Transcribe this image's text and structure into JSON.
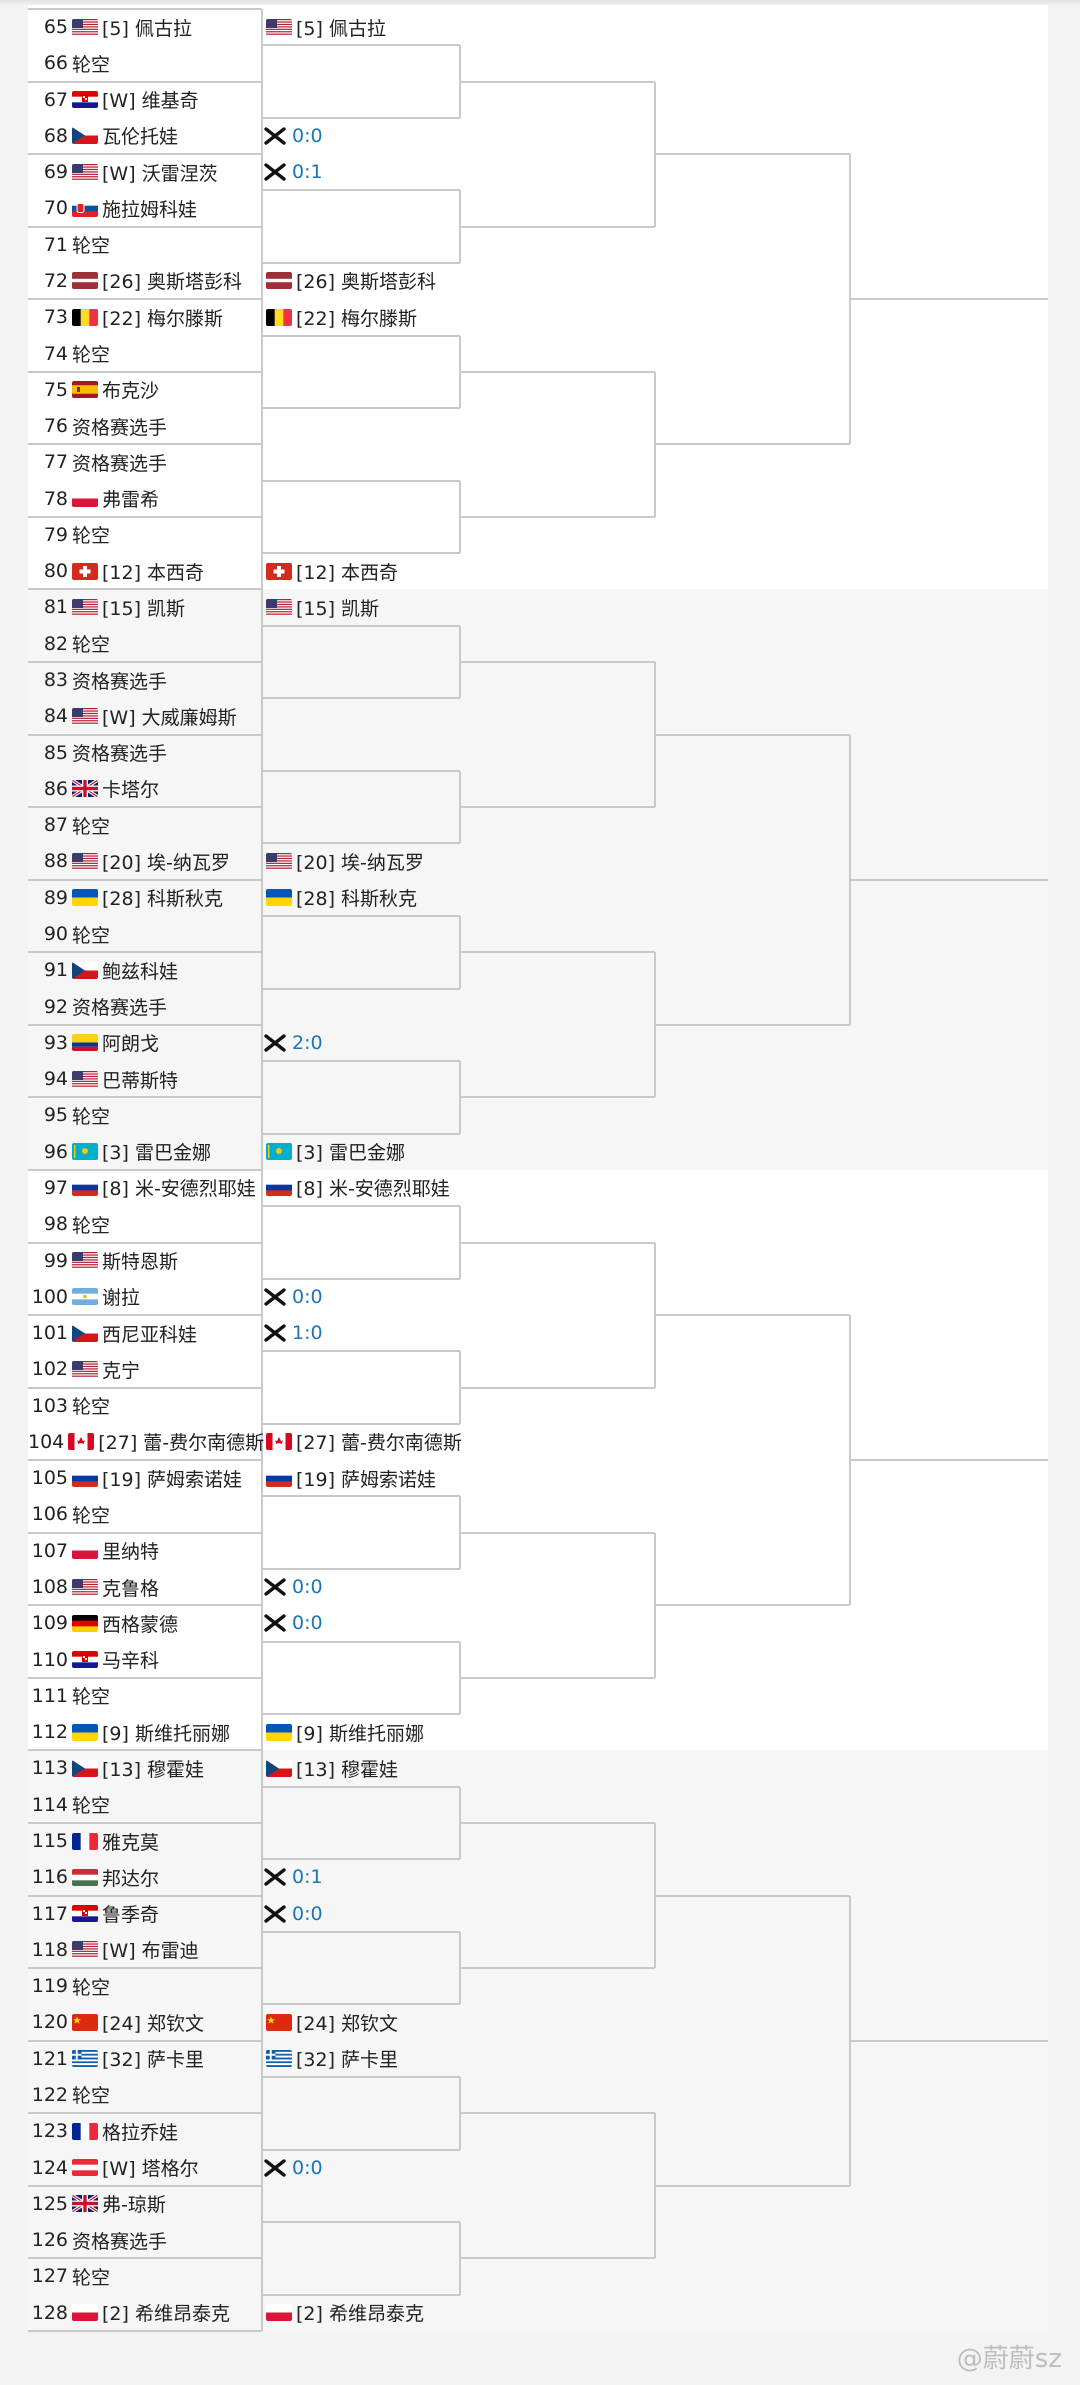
{
  "draw": [
    {
      "n": "65",
      "flag": "usa",
      "label": "[5] 佩古拉"
    },
    {
      "n": "66",
      "flag": "",
      "label": "轮空"
    },
    {
      "n": "67",
      "flag": "cro",
      "label": "[W] 维基奇"
    },
    {
      "n": "68",
      "flag": "cze",
      "label": "瓦伦托娃"
    },
    {
      "n": "69",
      "flag": "usa",
      "label": "[W] 沃雷涅茨"
    },
    {
      "n": "70",
      "flag": "svk",
      "label": "施拉姆科娃"
    },
    {
      "n": "71",
      "flag": "",
      "label": "轮空"
    },
    {
      "n": "72",
      "flag": "lat",
      "label": "[26] 奥斯塔彭科"
    },
    {
      "n": "73",
      "flag": "bel",
      "label": "[22] 梅尔滕斯"
    },
    {
      "n": "74",
      "flag": "",
      "label": "轮空"
    },
    {
      "n": "75",
      "flag": "esp",
      "label": "布克沙"
    },
    {
      "n": "76",
      "flag": "",
      "label": "资格赛选手"
    },
    {
      "n": "77",
      "flag": "",
      "label": "资格赛选手"
    },
    {
      "n": "78",
      "flag": "pol",
      "label": "弗雷希"
    },
    {
      "n": "79",
      "flag": "",
      "label": "轮空"
    },
    {
      "n": "80",
      "flag": "sui",
      "label": "[12] 本西奇"
    },
    {
      "n": "81",
      "flag": "usa",
      "label": "[15] 凯斯"
    },
    {
      "n": "82",
      "flag": "",
      "label": "轮空"
    },
    {
      "n": "83",
      "flag": "",
      "label": "资格赛选手"
    },
    {
      "n": "84",
      "flag": "usa",
      "label": "[W] 大威廉姆斯"
    },
    {
      "n": "85",
      "flag": "",
      "label": "资格赛选手"
    },
    {
      "n": "86",
      "flag": "gbr",
      "label": "卡塔尔"
    },
    {
      "n": "87",
      "flag": "",
      "label": "轮空"
    },
    {
      "n": "88",
      "flag": "usa",
      "label": "[20] 埃-纳瓦罗"
    },
    {
      "n": "89",
      "flag": "ukr",
      "label": "[28] 科斯秋克"
    },
    {
      "n": "90",
      "flag": "",
      "label": "轮空"
    },
    {
      "n": "91",
      "flag": "cze",
      "label": "鲍兹科娃"
    },
    {
      "n": "92",
      "flag": "",
      "label": "资格赛选手"
    },
    {
      "n": "93",
      "flag": "col",
      "label": "阿朗戈"
    },
    {
      "n": "94",
      "flag": "usa",
      "label": "巴蒂斯特"
    },
    {
      "n": "95",
      "flag": "",
      "label": "轮空"
    },
    {
      "n": "96",
      "flag": "kaz",
      "label": "[3] 雷巴金娜"
    },
    {
      "n": "97",
      "flag": "rus",
      "label": "[8] 米-安德烈耶娃"
    },
    {
      "n": "98",
      "flag": "",
      "label": "轮空"
    },
    {
      "n": "99",
      "flag": "usa",
      "label": "斯特恩斯"
    },
    {
      "n": "100",
      "flag": "arg",
      "label": "谢拉"
    },
    {
      "n": "101",
      "flag": "cze",
      "label": "西尼亚科娃"
    },
    {
      "n": "102",
      "flag": "usa",
      "label": "克宁"
    },
    {
      "n": "103",
      "flag": "",
      "label": "轮空"
    },
    {
      "n": "104",
      "flag": "can",
      "label": "[27] 蕾-费尔南德斯"
    },
    {
      "n": "105",
      "flag": "rus",
      "label": "[19] 萨姆索诺娃"
    },
    {
      "n": "106",
      "flag": "",
      "label": "轮空"
    },
    {
      "n": "107",
      "flag": "pol",
      "label": "里纳特"
    },
    {
      "n": "108",
      "flag": "usa",
      "label": "克鲁格"
    },
    {
      "n": "109",
      "flag": "ger",
      "label": "西格蒙德"
    },
    {
      "n": "110",
      "flag": "cro",
      "label": "马辛科"
    },
    {
      "n": "111",
      "flag": "",
      "label": "轮空"
    },
    {
      "n": "112",
      "flag": "ukr",
      "label": "[9] 斯维托丽娜"
    },
    {
      "n": "113",
      "flag": "cze",
      "label": "[13] 穆霍娃"
    },
    {
      "n": "114",
      "flag": "",
      "label": "轮空"
    },
    {
      "n": "115",
      "flag": "fra",
      "label": "雅克莫"
    },
    {
      "n": "116",
      "flag": "hun",
      "label": "邦达尔"
    },
    {
      "n": "117",
      "flag": "cro",
      "label": "鲁季奇"
    },
    {
      "n": "118",
      "flag": "usa",
      "label": "[W] 布雷迪"
    },
    {
      "n": "119",
      "flag": "",
      "label": "轮空"
    },
    {
      "n": "120",
      "flag": "chn",
      "label": "[24] 郑钦文"
    },
    {
      "n": "121",
      "flag": "gre",
      "label": "[32] 萨卡里"
    },
    {
      "n": "122",
      "flag": "",
      "label": "轮空"
    },
    {
      "n": "123",
      "flag": "fra",
      "label": "格拉乔娃"
    },
    {
      "n": "124",
      "flag": "aut",
      "label": "[W] 塔格尔"
    },
    {
      "n": "125",
      "flag": "gbr",
      "label": "弗-琼斯"
    },
    {
      "n": "126",
      "flag": "",
      "label": "资格赛选手"
    },
    {
      "n": "127",
      "flag": "",
      "label": "轮空"
    },
    {
      "n": "128",
      "flag": "pol",
      "label": "[2] 希维昂泰克"
    }
  ],
  "round2": [
    {
      "type": "player",
      "flag": "usa",
      "label": "[5] 佩古拉"
    },
    {
      "type": "score",
      "label": "0:0"
    },
    {
      "type": "score",
      "label": "0:1"
    },
    {
      "type": "player",
      "flag": "lat",
      "label": "[26] 奥斯塔彭科"
    },
    {
      "type": "player",
      "flag": "bel",
      "label": "[22] 梅尔滕斯"
    },
    {
      "type": "empty",
      "label": ""
    },
    {
      "type": "empty",
      "label": ""
    },
    {
      "type": "player",
      "flag": "sui",
      "label": "[12] 本西奇"
    },
    {
      "type": "player",
      "flag": "usa",
      "label": "[15] 凯斯"
    },
    {
      "type": "empty",
      "label": ""
    },
    {
      "type": "empty",
      "label": ""
    },
    {
      "type": "player",
      "flag": "usa",
      "label": "[20] 埃-纳瓦罗"
    },
    {
      "type": "player",
      "flag": "ukr",
      "label": "[28] 科斯秋克"
    },
    {
      "type": "empty",
      "label": ""
    },
    {
      "type": "score",
      "label": "2:0"
    },
    {
      "type": "player",
      "flag": "kaz",
      "label": "[3] 雷巴金娜"
    },
    {
      "type": "player",
      "flag": "rus",
      "label": "[8] 米-安德烈耶娃"
    },
    {
      "type": "score",
      "label": "0:0"
    },
    {
      "type": "score",
      "label": "1:0"
    },
    {
      "type": "player",
      "flag": "can",
      "label": "[27] 蕾-费尔南德斯"
    },
    {
      "type": "player",
      "flag": "rus",
      "label": "[19] 萨姆索诺娃"
    },
    {
      "type": "score",
      "label": "0:0"
    },
    {
      "type": "score",
      "label": "0:0"
    },
    {
      "type": "player",
      "flag": "ukr",
      "label": "[9] 斯维托丽娜"
    },
    {
      "type": "player",
      "flag": "cze",
      "label": "[13] 穆霍娃"
    },
    {
      "type": "score",
      "label": "0:1"
    },
    {
      "type": "score",
      "label": "0:0"
    },
    {
      "type": "player",
      "flag": "chn",
      "label": "[24] 郑钦文"
    },
    {
      "type": "player",
      "flag": "gre",
      "label": "[32] 萨卡里"
    },
    {
      "type": "score",
      "label": "0:0"
    },
    {
      "type": "empty",
      "label": ""
    },
    {
      "type": "player",
      "flag": "pol",
      "label": "[2] 希维昂泰克"
    }
  ],
  "watermark": "@蔚蔚sz",
  "colors": {
    "line": "#c9c9c9",
    "score": "#1a76b8",
    "sectionA": "#ffffff",
    "sectionB": "#f6f6f6"
  }
}
